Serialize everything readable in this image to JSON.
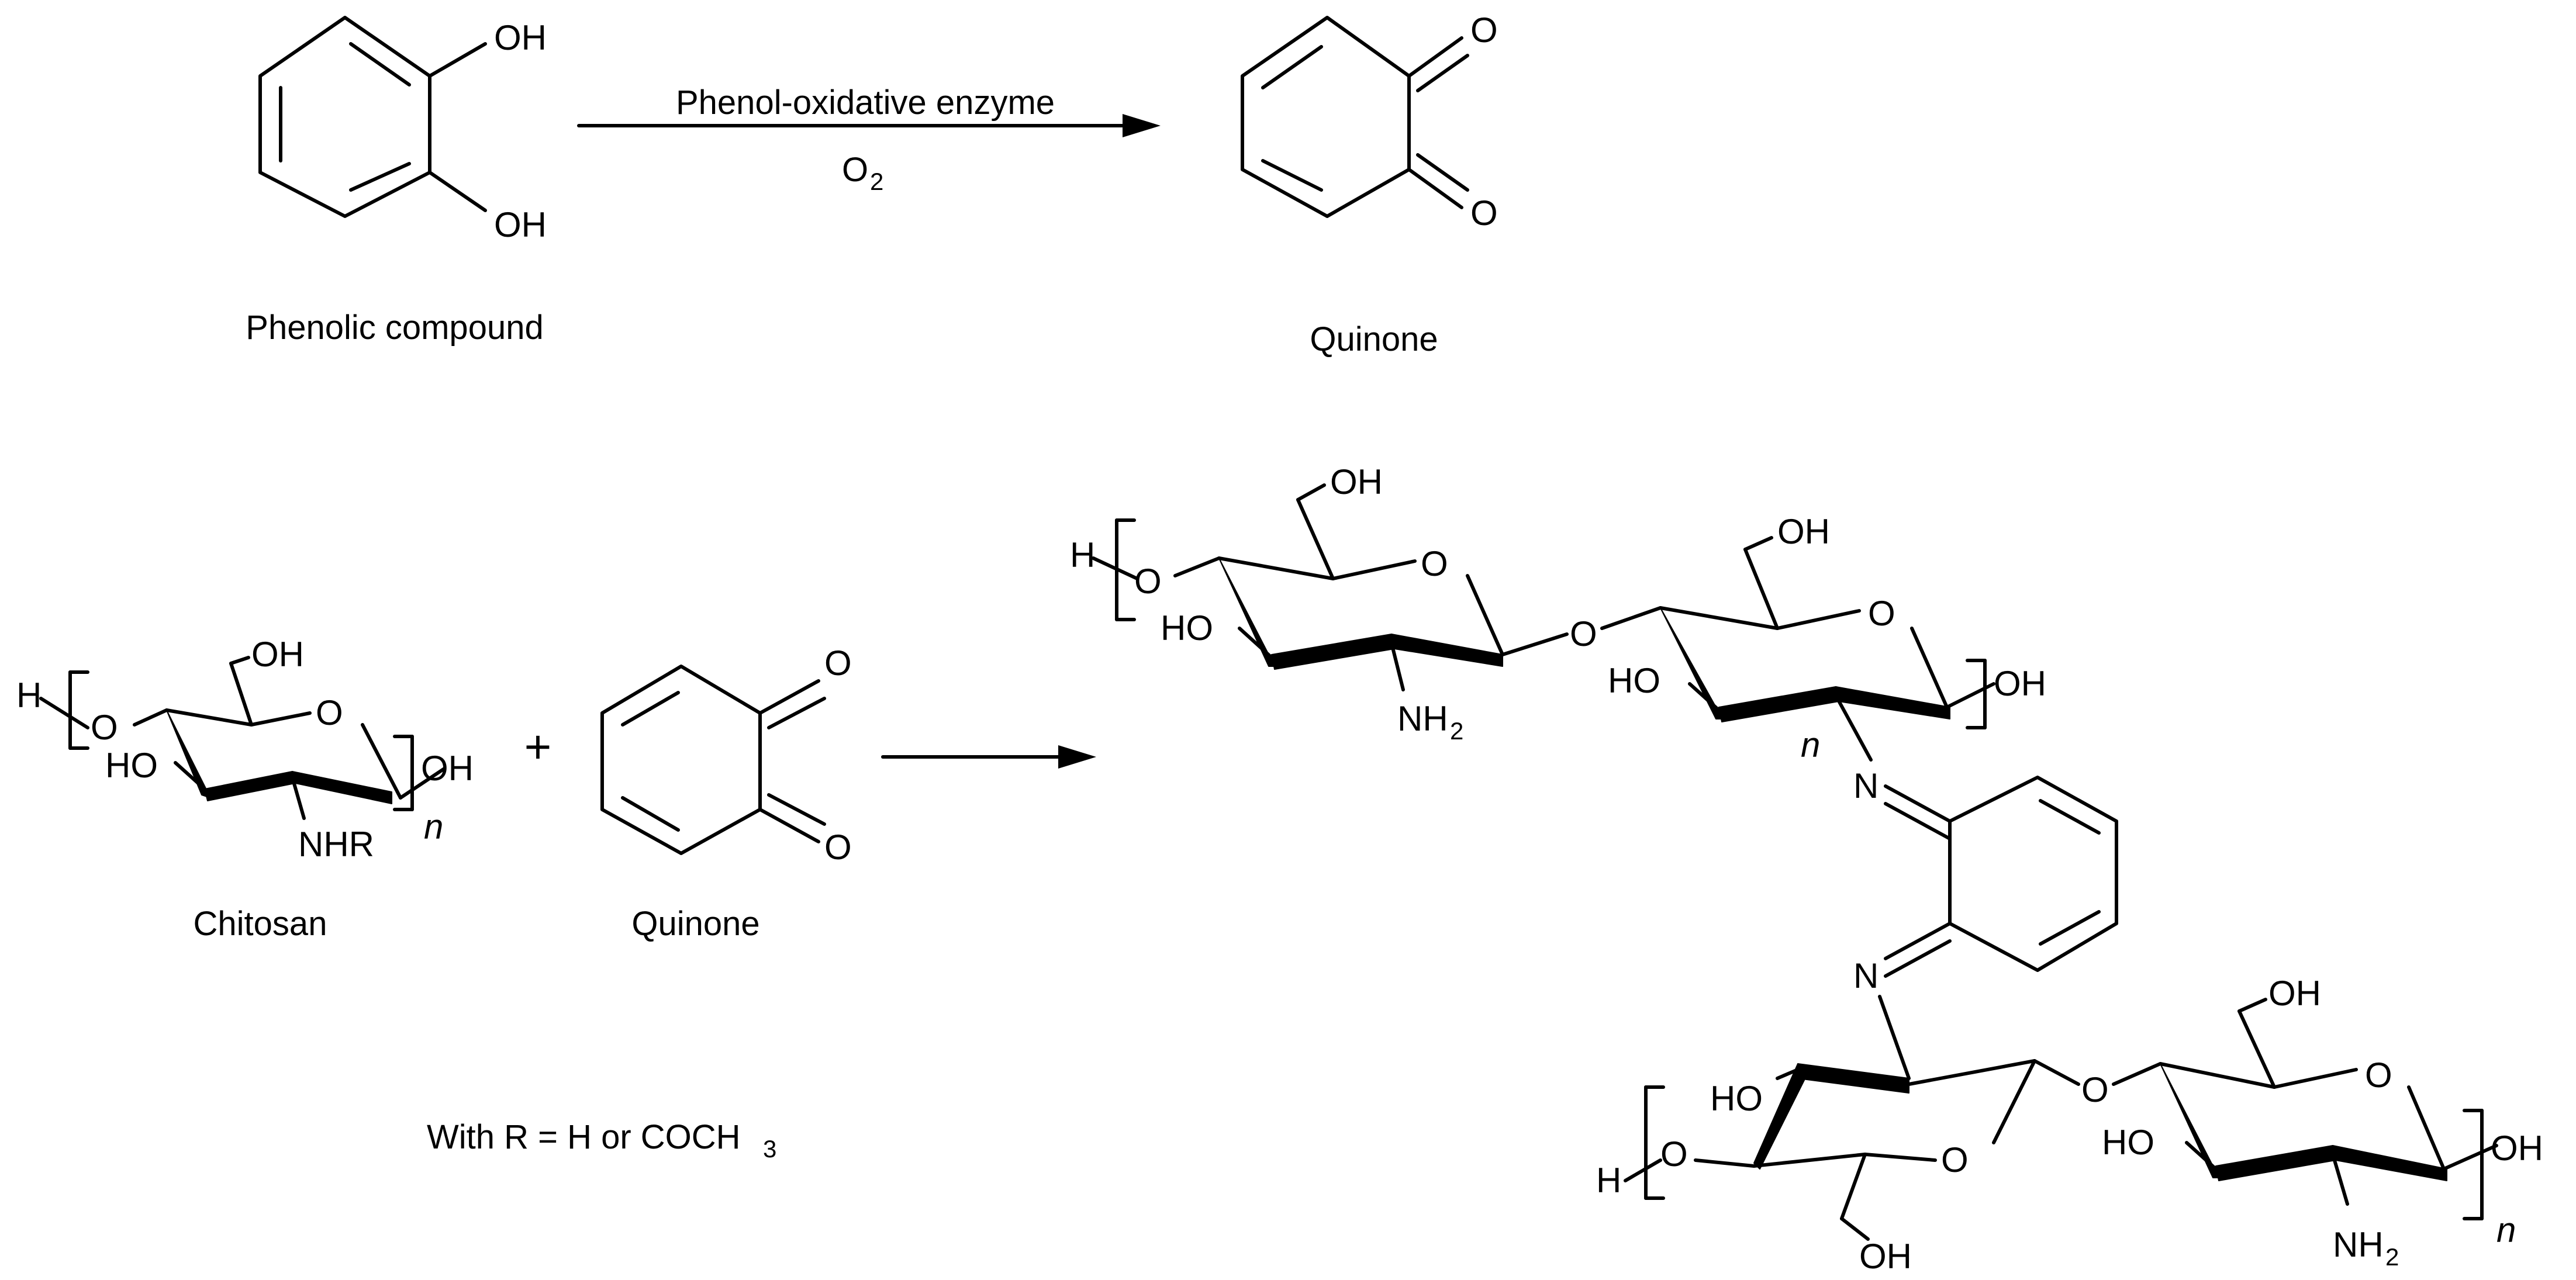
{
  "reaction1": {
    "arrow_label_top": "Phenol-oxidative enzyme",
    "arrow_label_bottom_main": "O",
    "arrow_label_bottom_sub": "2",
    "reactant_label": "Phenolic compound",
    "product_label": "Quinone"
  },
  "reaction2": {
    "reactant1_label": "Chitosan",
    "plus": "+",
    "reactant2_label": "Quinone",
    "definition_prefix": "With R = H or COCH",
    "definition_sub": "3"
  },
  "atoms": {
    "OH": "OH",
    "HO": "HO",
    "O": "O",
    "H": "H",
    "N": "N",
    "NHR": "NHR",
    "NH": "NH",
    "sub2": "2",
    "n": "n"
  },
  "colors": {
    "ink": "#000000",
    "background": "#ffffff"
  }
}
